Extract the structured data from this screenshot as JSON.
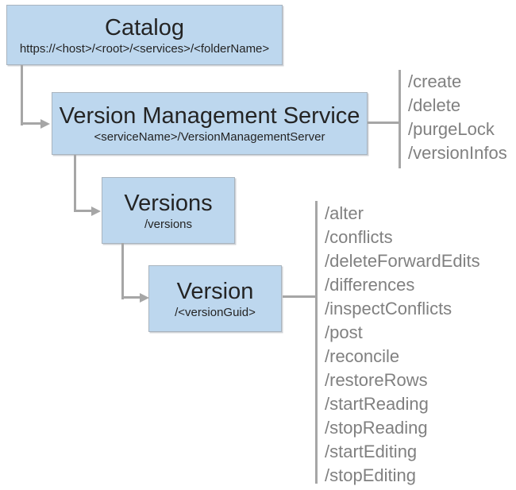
{
  "catalog": {
    "title": "Catalog",
    "subtitle": "https://<host>/<root>/<services>/<folderName>"
  },
  "vms": {
    "title": "Version Management Service",
    "subtitle": "<serviceName>/VersionManagementServer",
    "operations": [
      "/create",
      "/delete",
      "/purgeLock",
      "/versionInfos"
    ]
  },
  "versions": {
    "title": "Versions",
    "subtitle": "/versions"
  },
  "version": {
    "title": "Version",
    "subtitle": "/<versionGuid>",
    "operations": [
      "/alter",
      "/conflicts",
      "/deleteForwardEdits",
      "/differences",
      "/inspectConflicts",
      "/post",
      "/reconcile",
      "/restoreRows",
      "/startReading",
      "/stopReading",
      "/startEditing",
      "/stopEditing"
    ]
  },
  "colors": {
    "node_fill": "#bdd7ee",
    "node_border": "#a9b4bf",
    "connector": "#a6a6a6",
    "operation_text": "#808080",
    "title_text": "#242424"
  }
}
